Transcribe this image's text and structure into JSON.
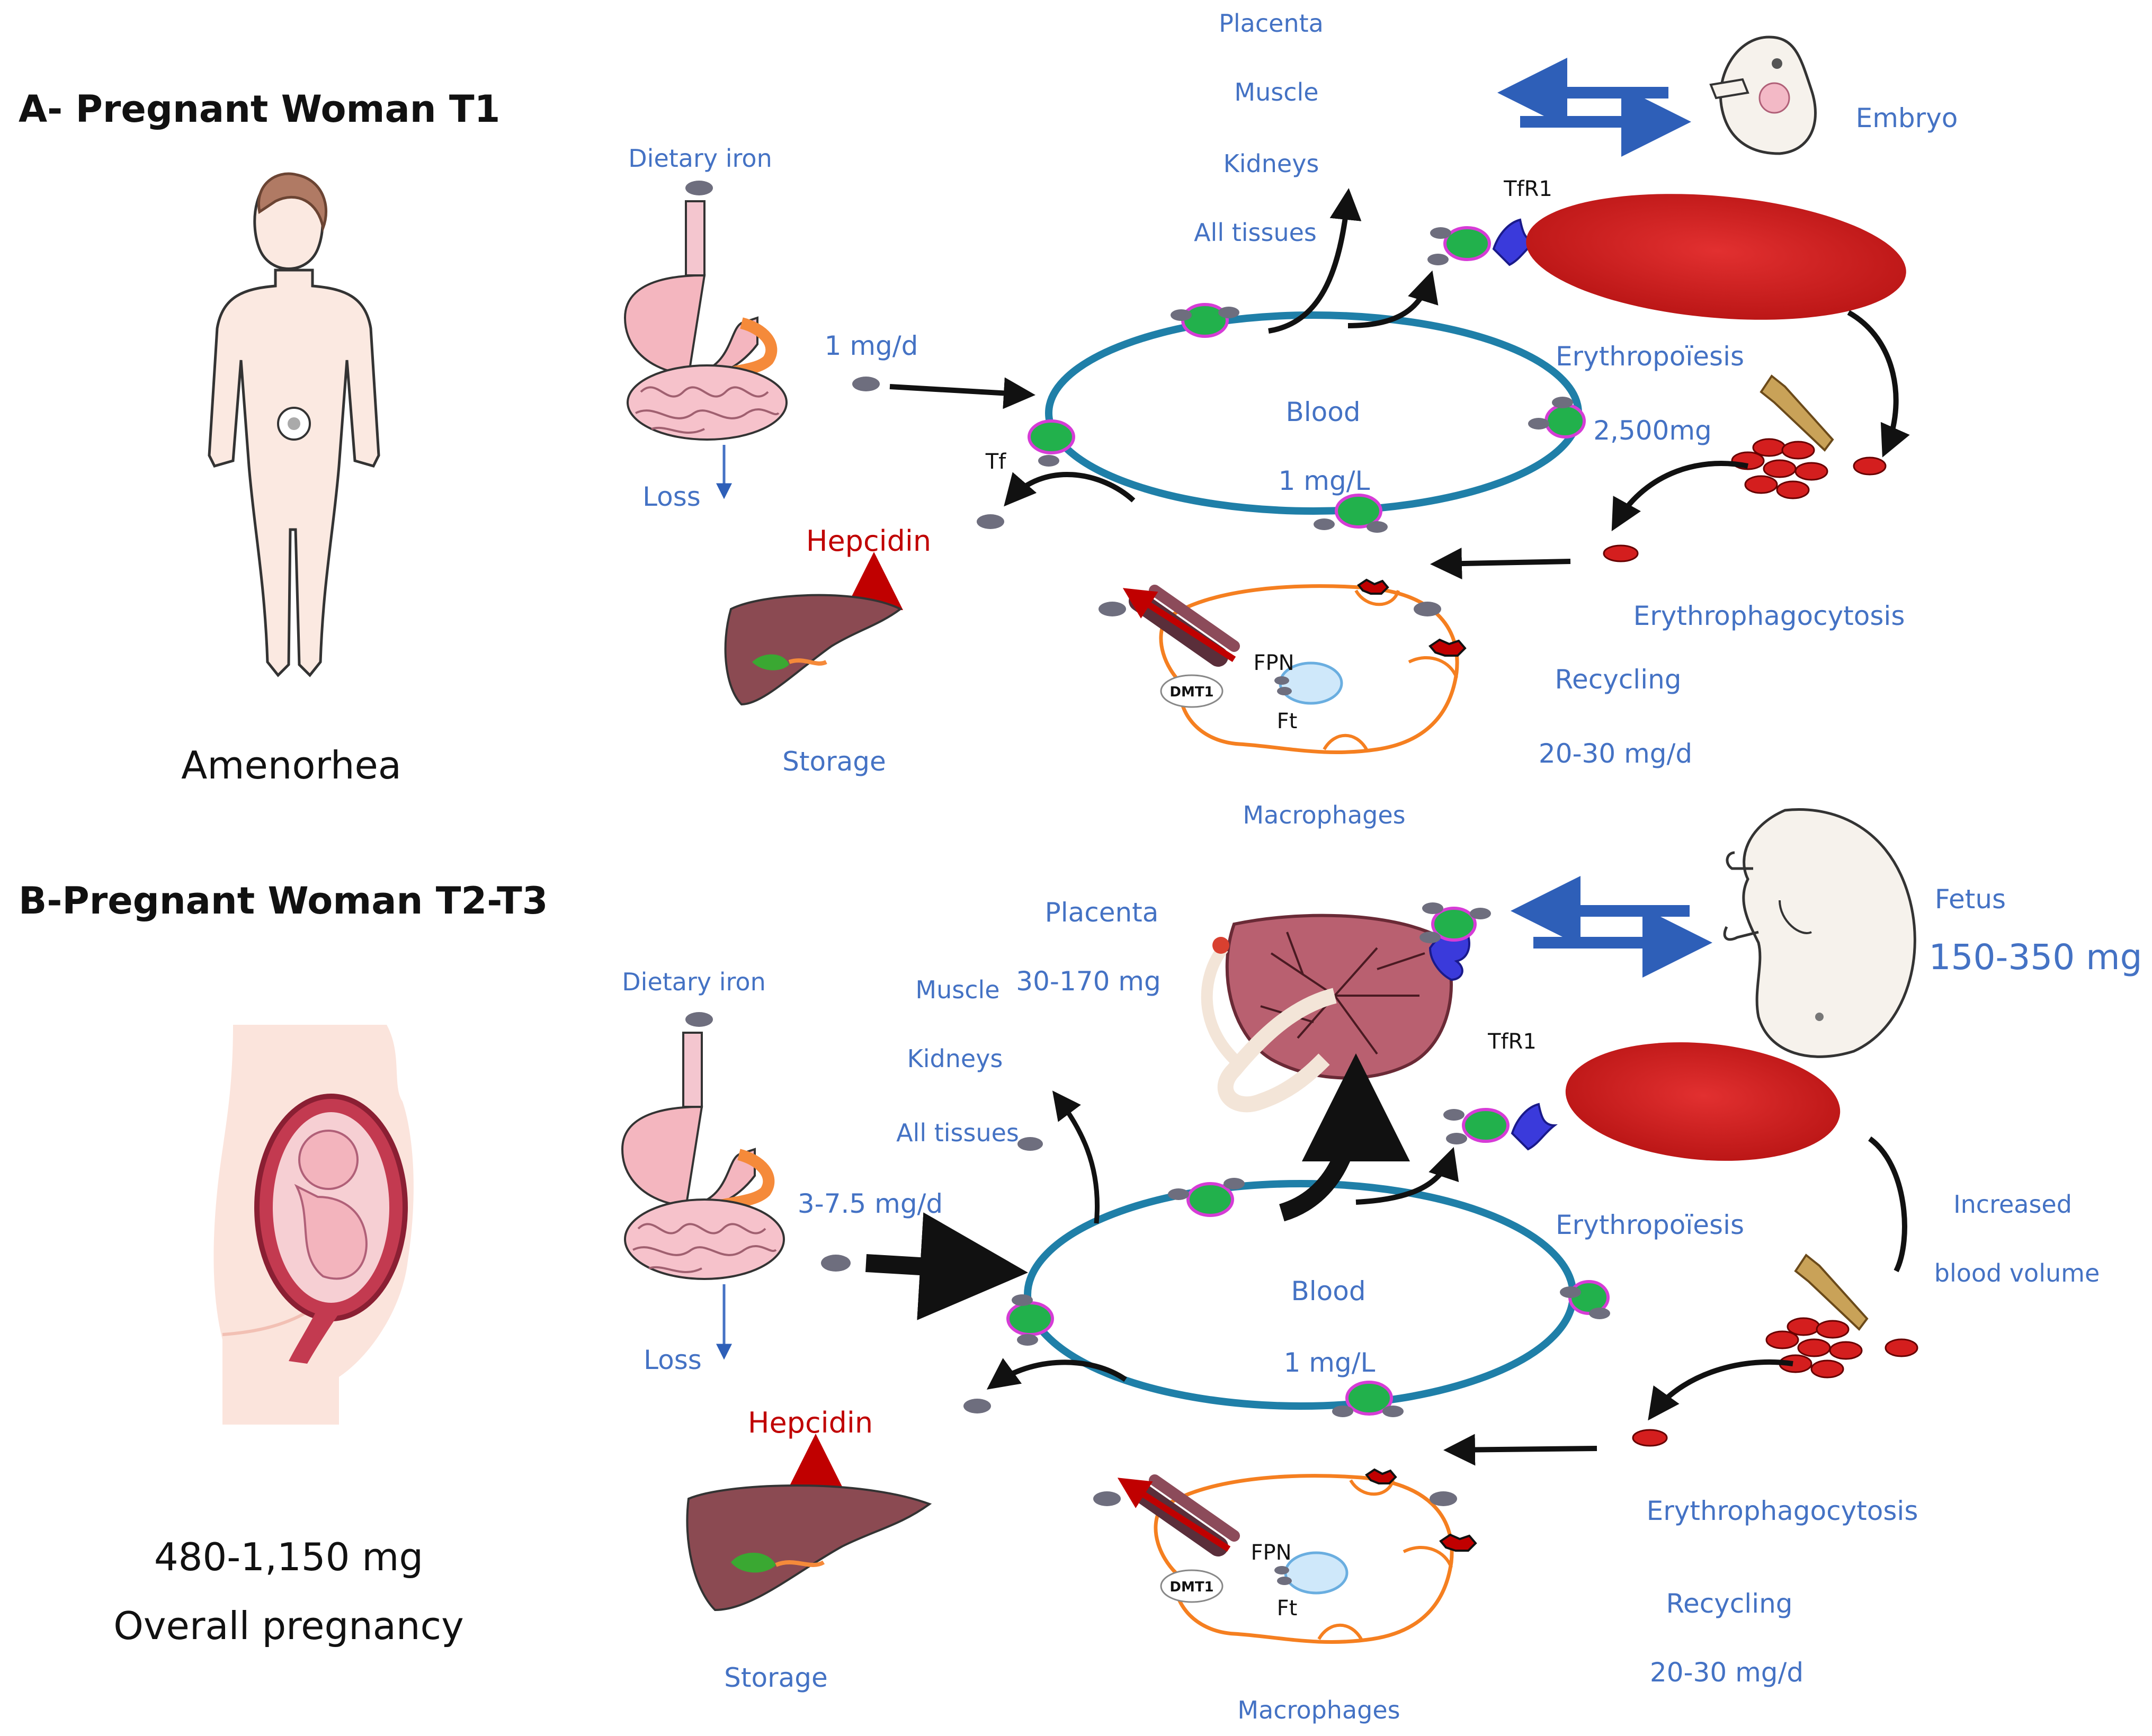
{
  "colors": {
    "label_blue": "#4472c4",
    "blood_ring": "#1f7fa8",
    "hepcidin_red": "#c00000",
    "rbc_red": "#d41e1e",
    "macrophage_orange": "#f57f20",
    "transferrin_green": "#22b14c",
    "iron_grey": "#6e6e7e"
  },
  "panel_a": {
    "heading": "A- Pregnant Woman T1",
    "caption": "Amenorhea",
    "dietary_iron": "Dietary iron",
    "loss": "Loss",
    "intake": "1 mg/d",
    "tf": "Tf",
    "blood": "Blood",
    "blood_conc": "1 mg/L",
    "hepcidin": "Hepcidin",
    "storage": "Storage",
    "tissues": [
      "Placenta",
      "Muscle",
      "Kidneys",
      "All tissues"
    ],
    "embryo": "Embryo",
    "tfr1": "TfR1",
    "erythropoiesis": "Erythropoïesis",
    "erythro_amount": "2,500mg",
    "erythrophagocytosis": "Erythrophagocytosis",
    "recycling": "Recycling",
    "recycling_rate": "20-30 mg/d",
    "macrophages": "Macrophages",
    "fpn": "FPN",
    "ft": "Ft",
    "dmt1": "DMT1"
  },
  "panel_b": {
    "heading": "B-Pregnant Woman T2-T3",
    "total": "480-1,150 mg",
    "total_caption": "Overall pregnancy",
    "dietary_iron": "Dietary iron",
    "loss": "Loss",
    "intake": "3-7.5 mg/d",
    "blood": "Blood",
    "blood_conc": "1 mg/L",
    "hepcidin": "Hepcidin",
    "storage": "Storage",
    "placenta": "Placenta",
    "placenta_amount": "30-170 mg",
    "muscle": "Muscle",
    "kidneys": "Kidneys",
    "all_tissues": "All tissues",
    "fetus": "Fetus",
    "fetus_amount": "150-350 mg",
    "tfr1": "TfR1",
    "erythropoiesis": "Erythropoïesis",
    "increased": "Increased",
    "blood_volume": "blood volume",
    "erythrophagocytosis": "Erythrophagocytosis",
    "recycling": "Recycling",
    "recycling_rate": "20-30 mg/d",
    "macrophages": "Macrophages",
    "fpn": "FPN",
    "ft": "Ft",
    "dmt1": "DMT1"
  }
}
